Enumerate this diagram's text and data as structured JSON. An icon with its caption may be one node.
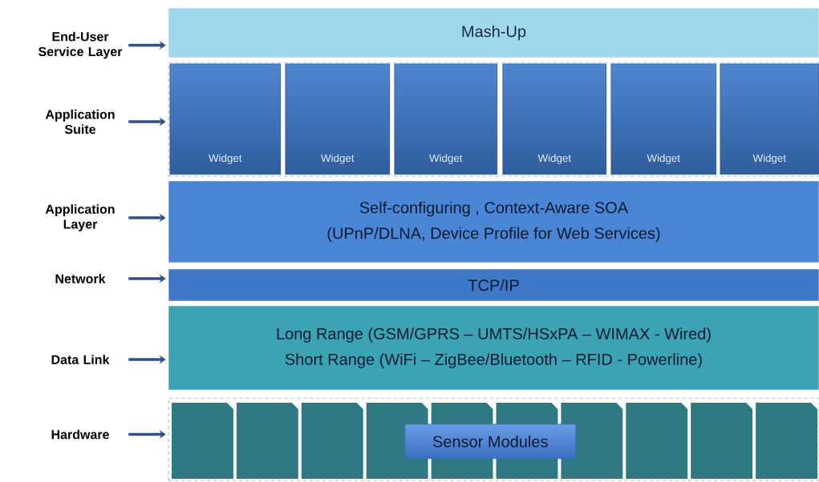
{
  "diagram": {
    "nodes": [
      {
        "text": [
          "End-User Service Layer"
        ]
      },
      {
        "text": [
          "Mash-Up"
        ]
      },
      {
        "text": [
          "Application Suite"
        ]
      },
      {
        "text": [],
        "shape": "box"
      },
      {
        "text": [
          "Widget"
        ],
        "in": 3
      },
      {
        "text": [
          "Widget"
        ],
        "in": 3
      },
      {
        "text": [
          "Widget"
        ],
        "in": 3
      },
      {
        "text": [
          "Widget"
        ],
        "in": 3
      },
      {
        "text": [
          "Widget"
        ],
        "in": 3
      },
      {
        "text": [
          "Widget"
        ],
        "in": 3
      },
      {
        "text": [
          "Application Layer"
        ]
      },
      {
        "text": [
          "Self-configuring , Context-Aware SOA",
          "(UPnP/DLNA, Device Profile for Web Services)"
        ]
      },
      {
        "text": [
          "Network"
        ]
      },
      {
        "text": [
          "TCP/IP"
        ]
      },
      {
        "text": [
          "Data Link"
        ]
      },
      {
        "text": [
          "Long Range (GSM/GPRS – UMTS/HSxPA – WIMAX - Wired)",
          "Short Range (WiFi – ZigBee/Bluetooth – RFID - Powerline)"
        ]
      },
      {
        "text": [
          "Hardware"
        ]
      },
      {
        "text": [],
        "shape": "box"
      },
      {
        "text": [
          "Sensor Modules"
        ],
        "in": 17
      }
    ],
    "edges": [
      {
        "from": 0,
        "to": 1,
        "arrow": "to"
      },
      {
        "from": 2,
        "to": 3,
        "arrow": "to"
      },
      {
        "from": 10,
        "to": 11,
        "arrow": "to"
      },
      {
        "from": 12,
        "to": 13,
        "arrow": "to"
      },
      {
        "from": 14,
        "to": 15,
        "arrow": "to"
      },
      {
        "from": 16,
        "to": 17,
        "arrow": "to"
      }
    ]
  }
}
